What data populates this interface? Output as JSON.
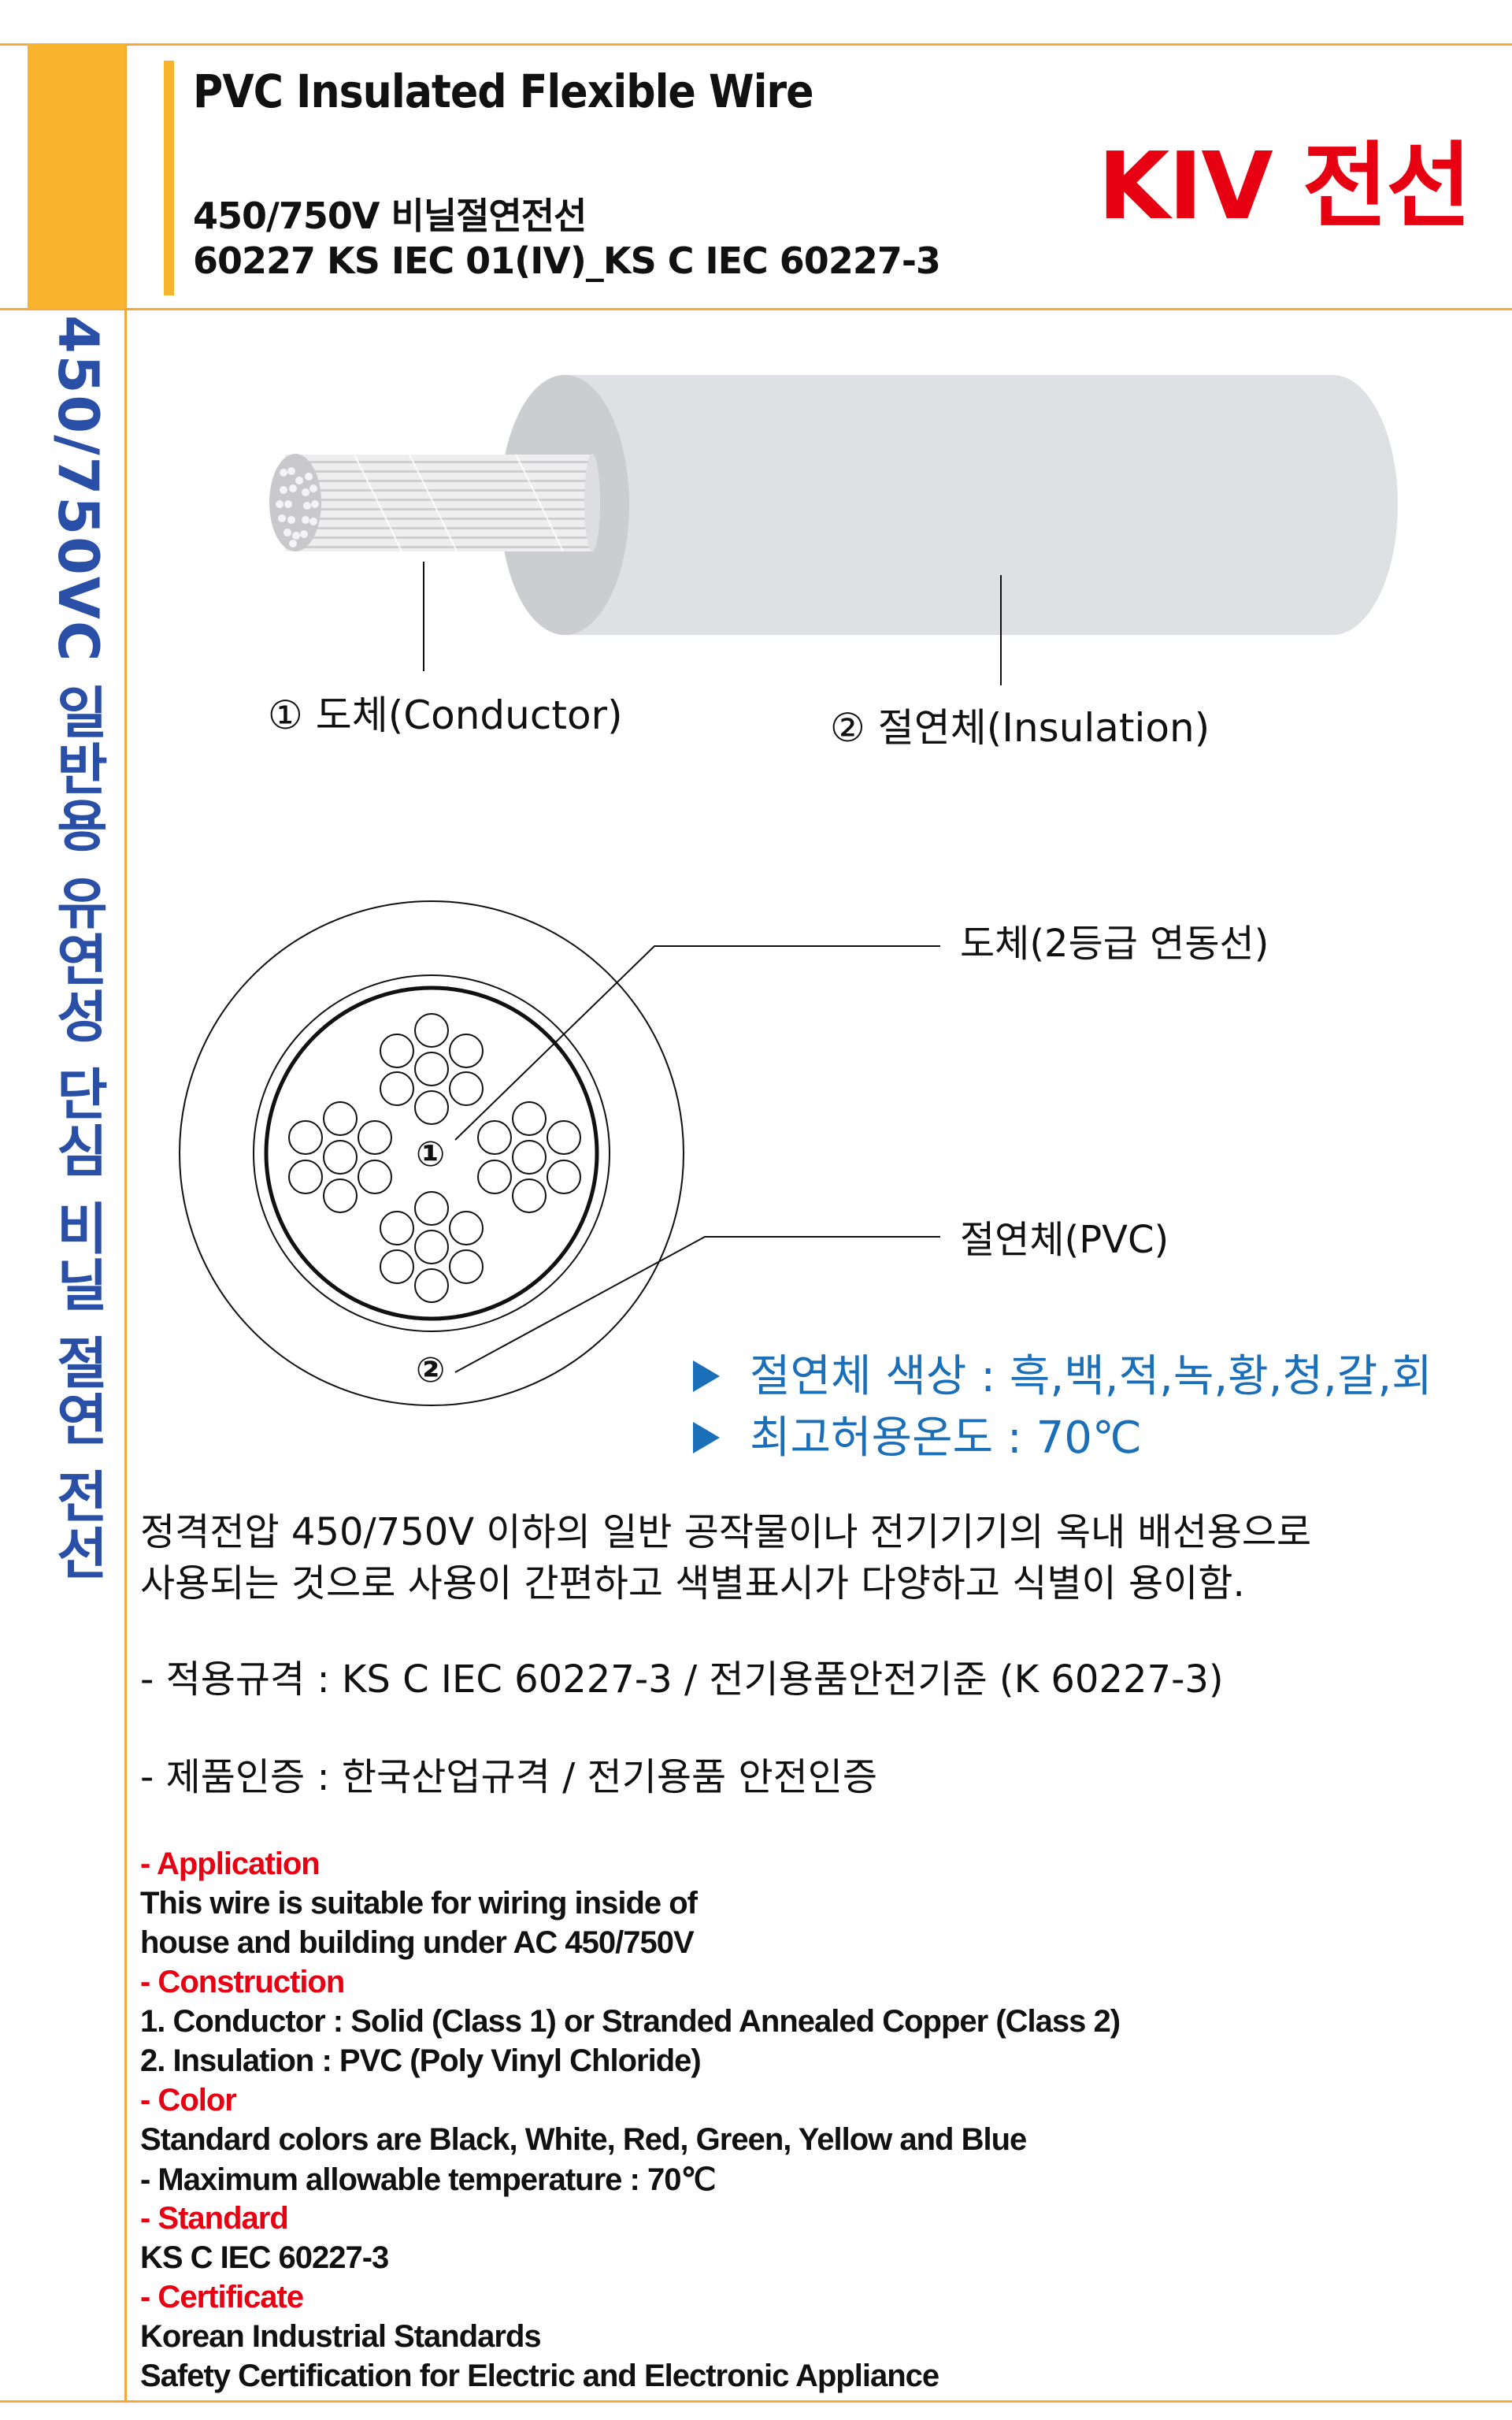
{
  "header": {
    "title_en": "PVC Insulated Flexible Wire",
    "subtitle_kr": "450/750V 비닐절연전선",
    "standard_code": "60227 KS IEC 01(IV)_KS C IEC 60227-3",
    "product_name": "KIV 전선"
  },
  "side_label": "450/750VC 일반용 유연성 단심 비닐 절연 전선",
  "wire_diagram": {
    "conductor_label": "① 도체(Conductor)",
    "insulation_label": "② 절연체(Insulation)"
  },
  "cross_section": {
    "marker_1": "①",
    "marker_2": "②",
    "conductor_callout": "도체(2등급 연동선)",
    "insulation_callout": "절연체(PVC)"
  },
  "highlights": [
    {
      "icon": "triangle-right-icon",
      "text": "절연체 색상 : 흑,백,적,녹,황,청,갈,회"
    },
    {
      "icon": "triangle-right-icon",
      "text": "최고허용온도  : 70℃"
    }
  ],
  "description_kr": {
    "line1": "정격전압 450/750V 이하의 일반 공작물이나 전기기기의 옥내 배선용으로",
    "line2": "사용되는 것으로 사용이 간편하고 색별표시가 다양하고 식별이 용이함.",
    "standard": " - 적용규격 : KS C IEC 60227-3 / 전기용품안전기준 (K 60227-3)",
    "certification": " - 제품인증 : 한국산업규격 / 전기용품 안전인증"
  },
  "specs_en": [
    {
      "type": "heading",
      "text": " - Application"
    },
    {
      "type": "body",
      "text": "This wire is suitable for wiring inside of"
    },
    {
      "type": "body",
      "text": "house and building under AC 450/750V"
    },
    {
      "type": "heading",
      "text": " - Construction"
    },
    {
      "type": "body",
      "text": "1. Conductor : Solid (Class 1) or Stranded Annealed Copper (Class 2)"
    },
    {
      "type": "body",
      "text": "2. Insulation : PVC (Poly Vinyl Chloride)"
    },
    {
      "type": "heading",
      "text": " - Color"
    },
    {
      "type": "body",
      "text": "Standard colors are Black, White, Red, Green, Yellow and Blue"
    },
    {
      "type": "body",
      "text": " - Maximum allowable temperature : 70℃"
    },
    {
      "type": "heading",
      "text": " - Standard"
    },
    {
      "type": "body",
      "text": "KS C IEC 60227-3"
    },
    {
      "type": "heading",
      "text": " - Certificate"
    },
    {
      "type": "body",
      "text": "Korean Industrial Standards"
    },
    {
      "type": "body",
      "text": "Safety Certification for Electric and Electronic Appliance"
    }
  ],
  "colors": {
    "accent_orange": "#f8b42c",
    "line_orange": "#f2a83a",
    "title_red": "#e60012",
    "side_blue": "#2a4fa6",
    "highlight_blue": "#1a6fb8",
    "insulation_gray": "#dfe0e3"
  }
}
